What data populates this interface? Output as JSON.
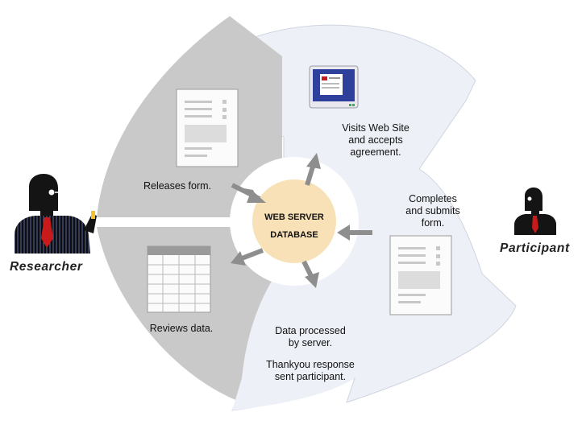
{
  "center": {
    "line1": "WEB SERVER",
    "line2": "DATABASE"
  },
  "actors": {
    "researcher": "Researcher",
    "participant": "Participant"
  },
  "steps": {
    "releases": [
      "Releases form."
    ],
    "visits": [
      "Visits Web Site",
      "and accepts",
      "agreement."
    ],
    "completes": [
      "Completes",
      "and submits",
      "form."
    ],
    "processed": [
      "Data processed",
      "by server."
    ],
    "thankyou": [
      "Thankyou response",
      "sent participant."
    ],
    "reviews": [
      "Reviews data."
    ]
  },
  "colors": {
    "researcher_region": "#c9c9c9",
    "participant_region": "#edf0f6",
    "center_fill": "#f8e1b6",
    "arrow": "#8e8e8e",
    "monitor_blue": "#2f3f9c",
    "suit_stripe": "#5b6aa8",
    "tie": "#c81a1a"
  },
  "icons": {
    "researcher": "researcher-person-icon",
    "participant": "participant-person-icon",
    "form": "form-document-icon",
    "monitor": "monitor-icon",
    "data_table": "data-table-icon"
  }
}
